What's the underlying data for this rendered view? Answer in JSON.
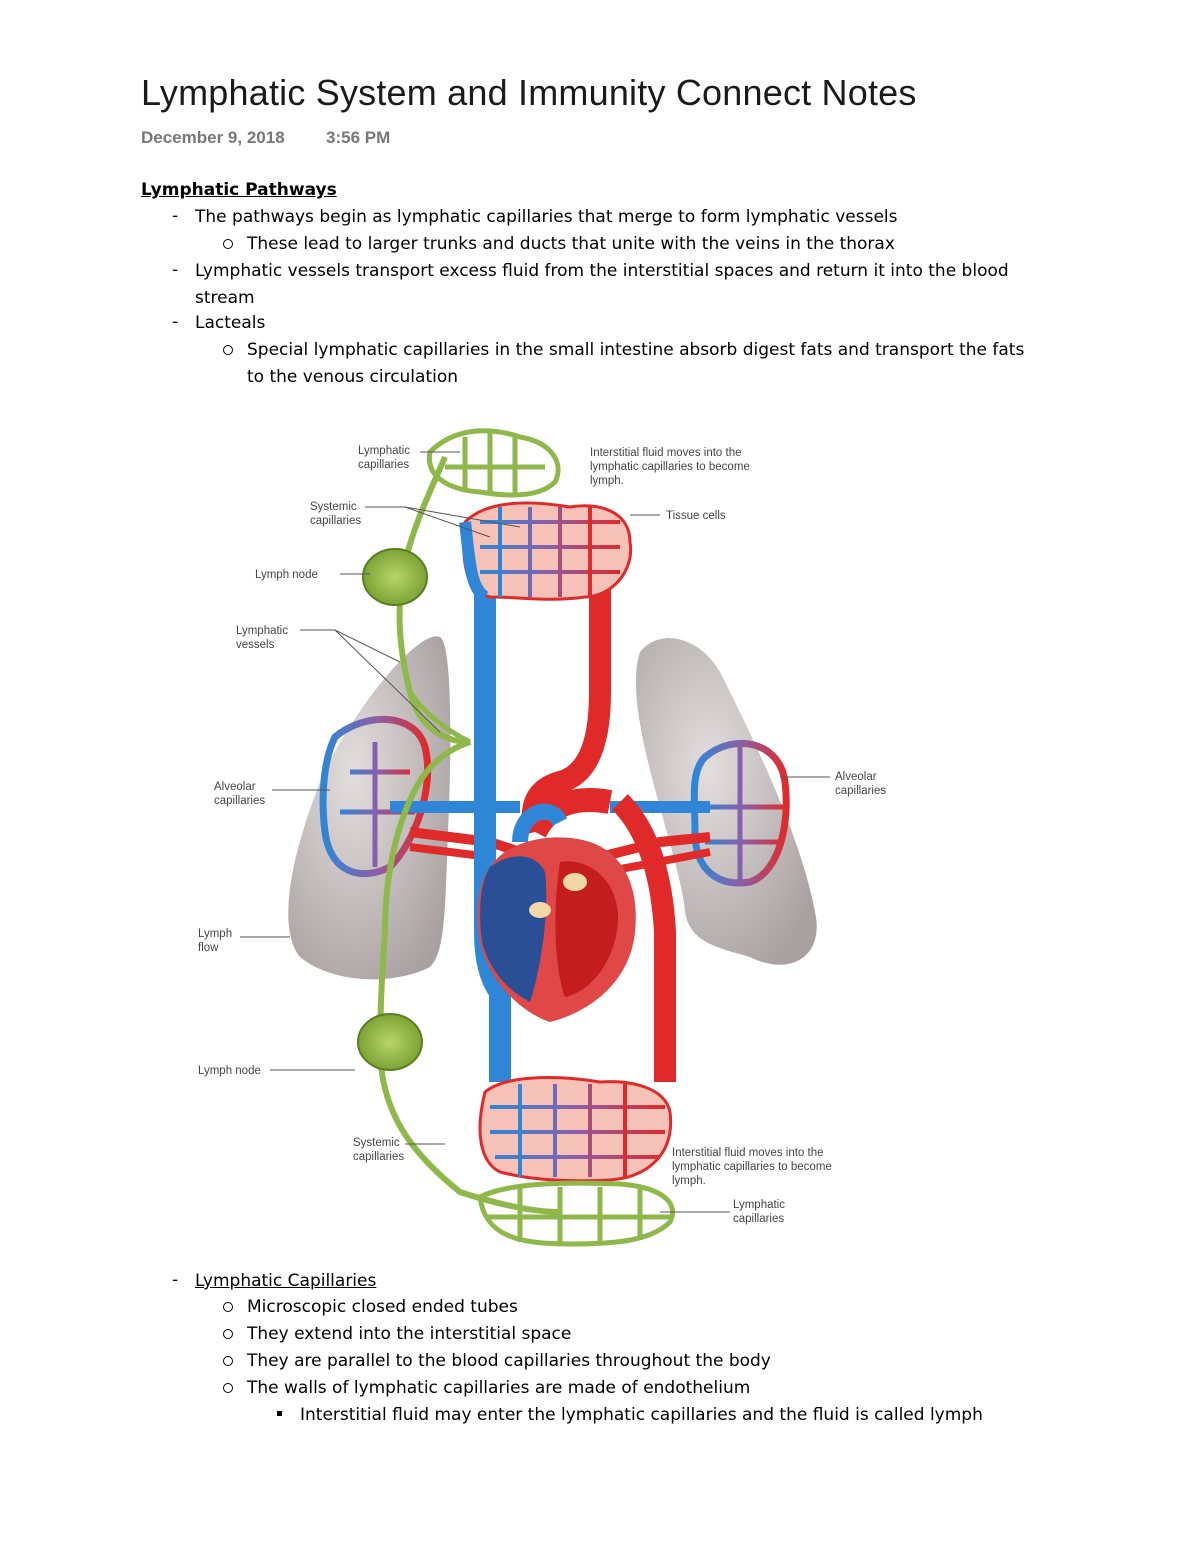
{
  "page": {
    "title": "Lymphatic System and Immunity Connect Notes",
    "date": "December 9, 2018",
    "time": "3:56 PM"
  },
  "section1": {
    "heading": "Lymphatic Pathways",
    "items": [
      {
        "text": "The pathways begin as lymphatic capillaries that merge to form lymphatic vessels"
      },
      {
        "text": "These lead to larger trunks and ducts that unite with the veins in the thorax"
      },
      {
        "text_line1": "Lymphatic vessels transport excess fluid from the interstitial spaces and return it into the blood",
        "text_line2": "stream"
      },
      {
        "text": "Lacteals"
      },
      {
        "text_line1": "Special lymphatic capillaries in the small intestine absorb digest fats and transport the fats",
        "text_line2": "to the venous circulation"
      }
    ]
  },
  "figure": {
    "labels": {
      "lymphatic_capillaries_top_1": "Lymphatic",
      "lymphatic_capillaries_top_2": "capillaries",
      "interstitial_top_1": "Interstitial fluid moves into the",
      "interstitial_top_2": "lymphatic capillaries to become",
      "interstitial_top_3": "lymph.",
      "systemic_top_1": "Systemic",
      "systemic_top_2": "capillaries",
      "tissue_cells": "Tissue cells",
      "lymph_node_top": "Lymph node",
      "lymphatic_vessels_1": "Lymphatic",
      "lymphatic_vessels_2": "vessels",
      "alveolar_left_1": "Alveolar",
      "alveolar_left_2": "capillaries",
      "alveolar_right_1": "Alveolar",
      "alveolar_right_2": "capillaries",
      "lymph_flow_1": "Lymph",
      "lymph_flow_2": "flow",
      "lymph_node_bottom": "Lymph node",
      "systemic_bottom_1": "Systemic",
      "systemic_bottom_2": "capillaries",
      "interstitial_bottom_1": "Interstitial fluid moves into the",
      "interstitial_bottom_2": "lymphatic capillaries to become",
      "interstitial_bottom_3": "lymph.",
      "lymphatic_capillaries_bottom_1": "Lymphatic",
      "lymphatic_capillaries_bottom_2": "capillaries"
    }
  },
  "section2": {
    "heading": "Lymphatic Capillaries",
    "items": [
      {
        "text": "Microscopic closed ended tubes"
      },
      {
        "text": "They extend into the interstitial space"
      },
      {
        "text": "They are parallel to the blood capillaries throughout the body"
      },
      {
        "text": "The walls of lymphatic capillaries are made of endothelium"
      },
      {
        "text": "Interstitial fluid may enter the lymphatic capillaries and the fluid is called lymph"
      }
    ]
  },
  "colors": {
    "artery": "#e02a2a",
    "vein": "#2f86d6",
    "lymph": "#8fb84a",
    "lung": "#cfc9c9",
    "meta_gray": "#777777"
  }
}
